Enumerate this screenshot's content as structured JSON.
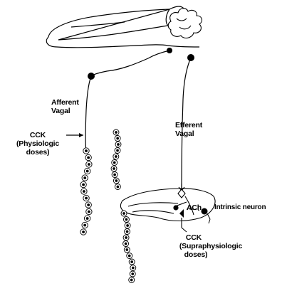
{
  "labels": {
    "afferent_line1": "Afferent",
    "afferent_line2": "Vagal",
    "efferent_line1": "Efferent",
    "efferent_line2": "Vagal",
    "cck_phys_line1": "CCK",
    "cck_phys_line2": "(Physiologic",
    "cck_phys_line3": "doses)",
    "ach": "ACh",
    "intrinsic": "Intrinsic neuron",
    "cck_supra_line1": "CCK",
    "cck_supra_line2": "(Supraphysiologic",
    "cck_supra_line3": "doses)"
  }
}
